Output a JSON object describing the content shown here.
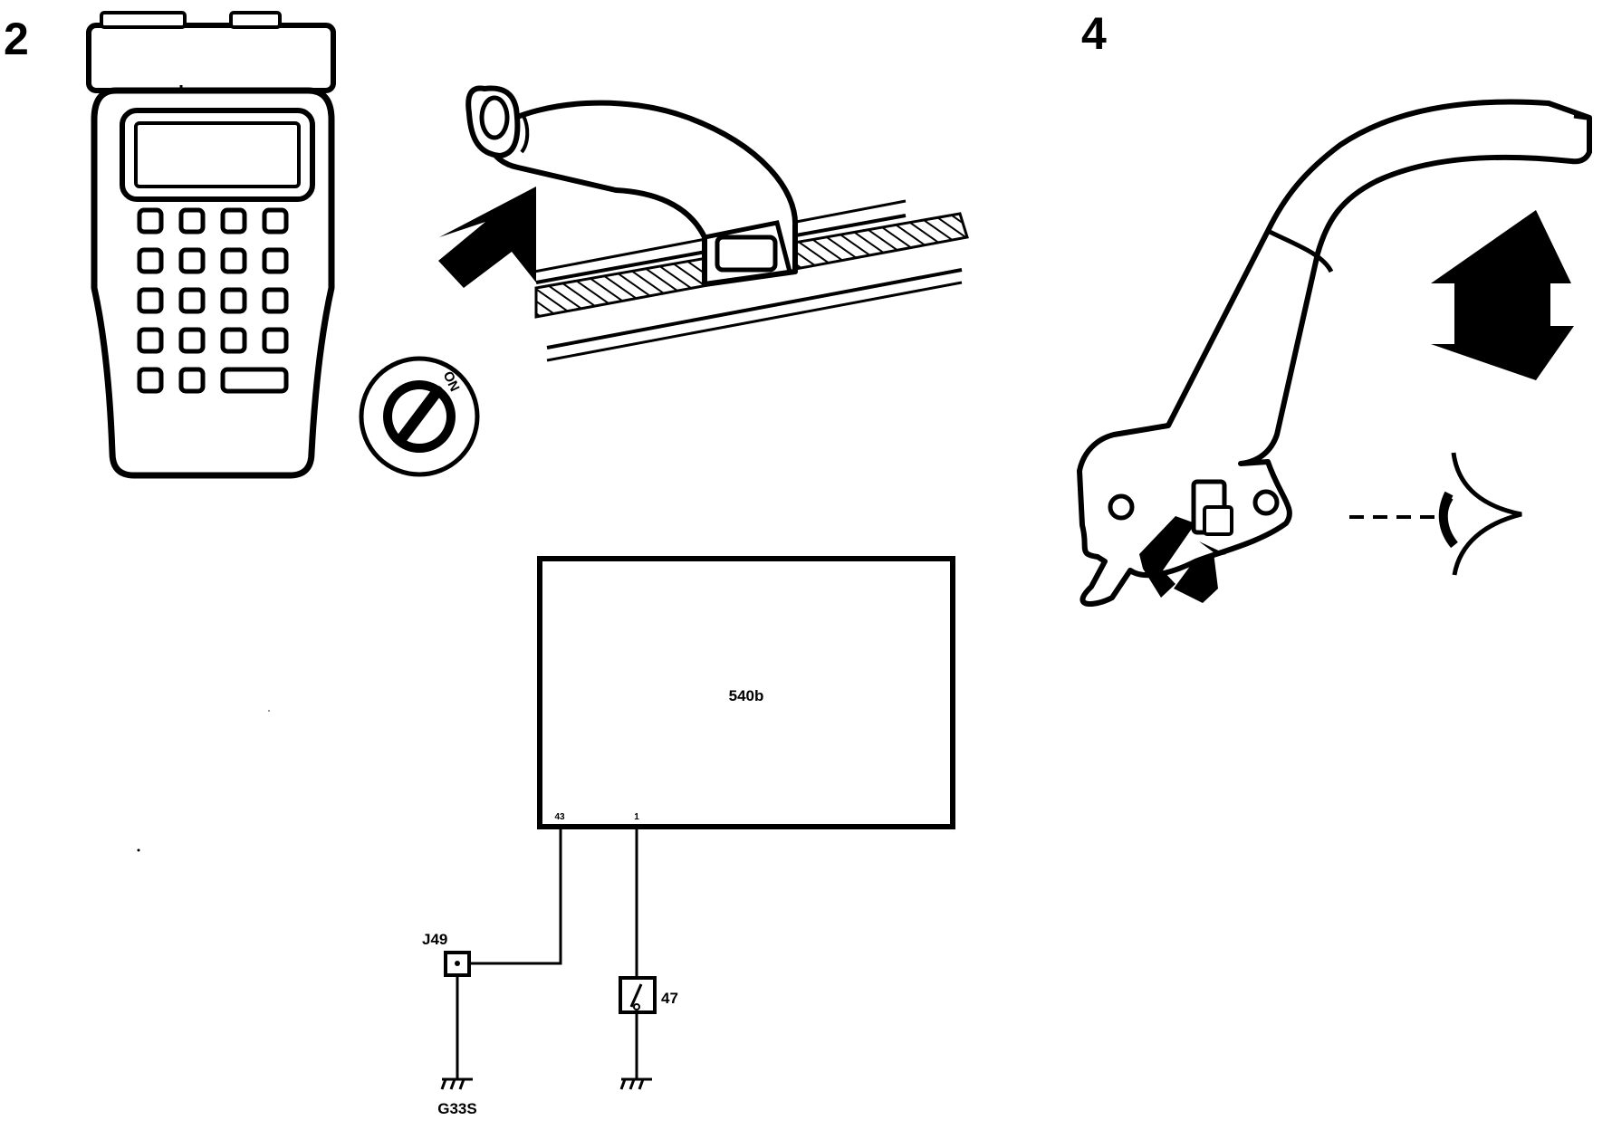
{
  "steps": [
    "2",
    "4"
  ],
  "ignition_label": "ON",
  "module_label": "540b",
  "pins": [
    "43",
    "1"
  ],
  "connector_label": "J49",
  "switch_label": "47",
  "ground_label": "G33S"
}
